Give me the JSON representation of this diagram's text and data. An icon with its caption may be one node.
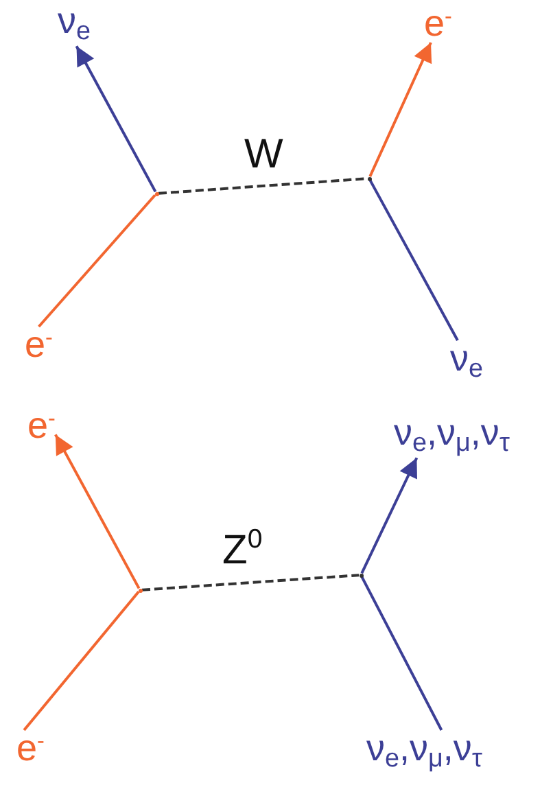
{
  "diagram": {
    "nodes": [
      {
        "text": [
          "ν$_{e}$"
        ]
      },
      {
        "text": [
          "e$^{-}$"
        ]
      },
      {
        "text": [],
        "shape": "vertex"
      },
      {
        "text": [],
        "shape": "vertex"
      },
      {
        "text": [
          "e$^{-}$"
        ]
      },
      {
        "text": [
          "ν$_{e}$"
        ]
      },
      {
        "text": [
          "e$^{-}$"
        ]
      },
      {
        "text": [
          "ν$_{e}$,ν$_{μ}$,ν$_{τ}$"
        ]
      },
      {
        "text": [],
        "shape": "vertex"
      },
      {
        "text": [],
        "shape": "vertex"
      },
      {
        "text": [
          "e$^{-}$"
        ]
      },
      {
        "text": [
          "ν$_{e}$,ν$_{μ}$,ν$_{τ}$"
        ]
      }
    ],
    "edges": [
      {
        "from": 4,
        "to": 2,
        "arrow": "none",
        "color": "#f26630"
      },
      {
        "from": 2,
        "to": 0,
        "arrow": "to",
        "color": "#3c3f96"
      },
      {
        "from": 2,
        "to": 3,
        "arrow": "none",
        "style": "dashed",
        "color": "#333333",
        "label": "W"
      },
      {
        "from": 3,
        "to": 1,
        "arrow": "to",
        "color": "#f26630"
      },
      {
        "from": 3,
        "to": 5,
        "arrow": "none",
        "color": "#3c3f96"
      },
      {
        "from": 10,
        "to": 8,
        "arrow": "none",
        "color": "#f26630"
      },
      {
        "from": 8,
        "to": 6,
        "arrow": "to",
        "color": "#f26630"
      },
      {
        "from": 8,
        "to": 9,
        "arrow": "none",
        "style": "dashed",
        "color": "#333333",
        "label": "Z$^{0}$"
      },
      {
        "from": 9,
        "to": 7,
        "arrow": "to",
        "color": "#3c3f96"
      },
      {
        "from": 9,
        "to": 11,
        "arrow": "none",
        "color": "#3c3f96"
      }
    ]
  }
}
